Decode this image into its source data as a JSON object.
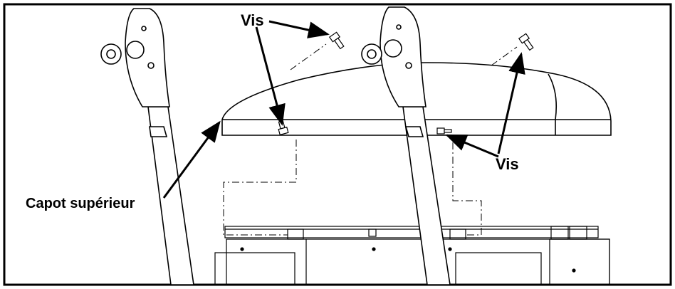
{
  "labels": {
    "screw_top": "Vis",
    "screw_right": "Vis",
    "top_cover": "Capot supérieur"
  },
  "colors": {
    "line": "#000000",
    "background": "#ffffff"
  }
}
